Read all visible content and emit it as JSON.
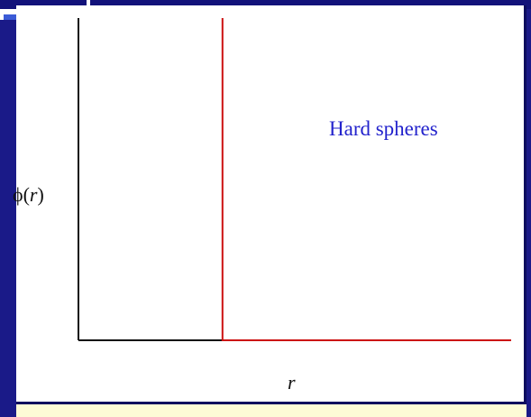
{
  "chart_data": {
    "type": "line",
    "title": "",
    "ylabel_parts": [
      "ϕ(",
      "r",
      ")"
    ],
    "xlabel": "r",
    "annotation": "Hard spheres",
    "axis_color": "#111111",
    "series": [
      {
        "color": "#cc1111",
        "x": [
          0.333,
          0.333,
          1.0
        ],
        "y": [
          1.0,
          0.0,
          0.0
        ]
      }
    ],
    "xlim": [
      0,
      1
    ],
    "ylim": [
      0,
      1
    ],
    "grid": false
  },
  "colors": {
    "frame": "#1a1a88",
    "panel": "#ffffff",
    "strip": "#fdfbd6",
    "annotation": "#2222cc"
  }
}
